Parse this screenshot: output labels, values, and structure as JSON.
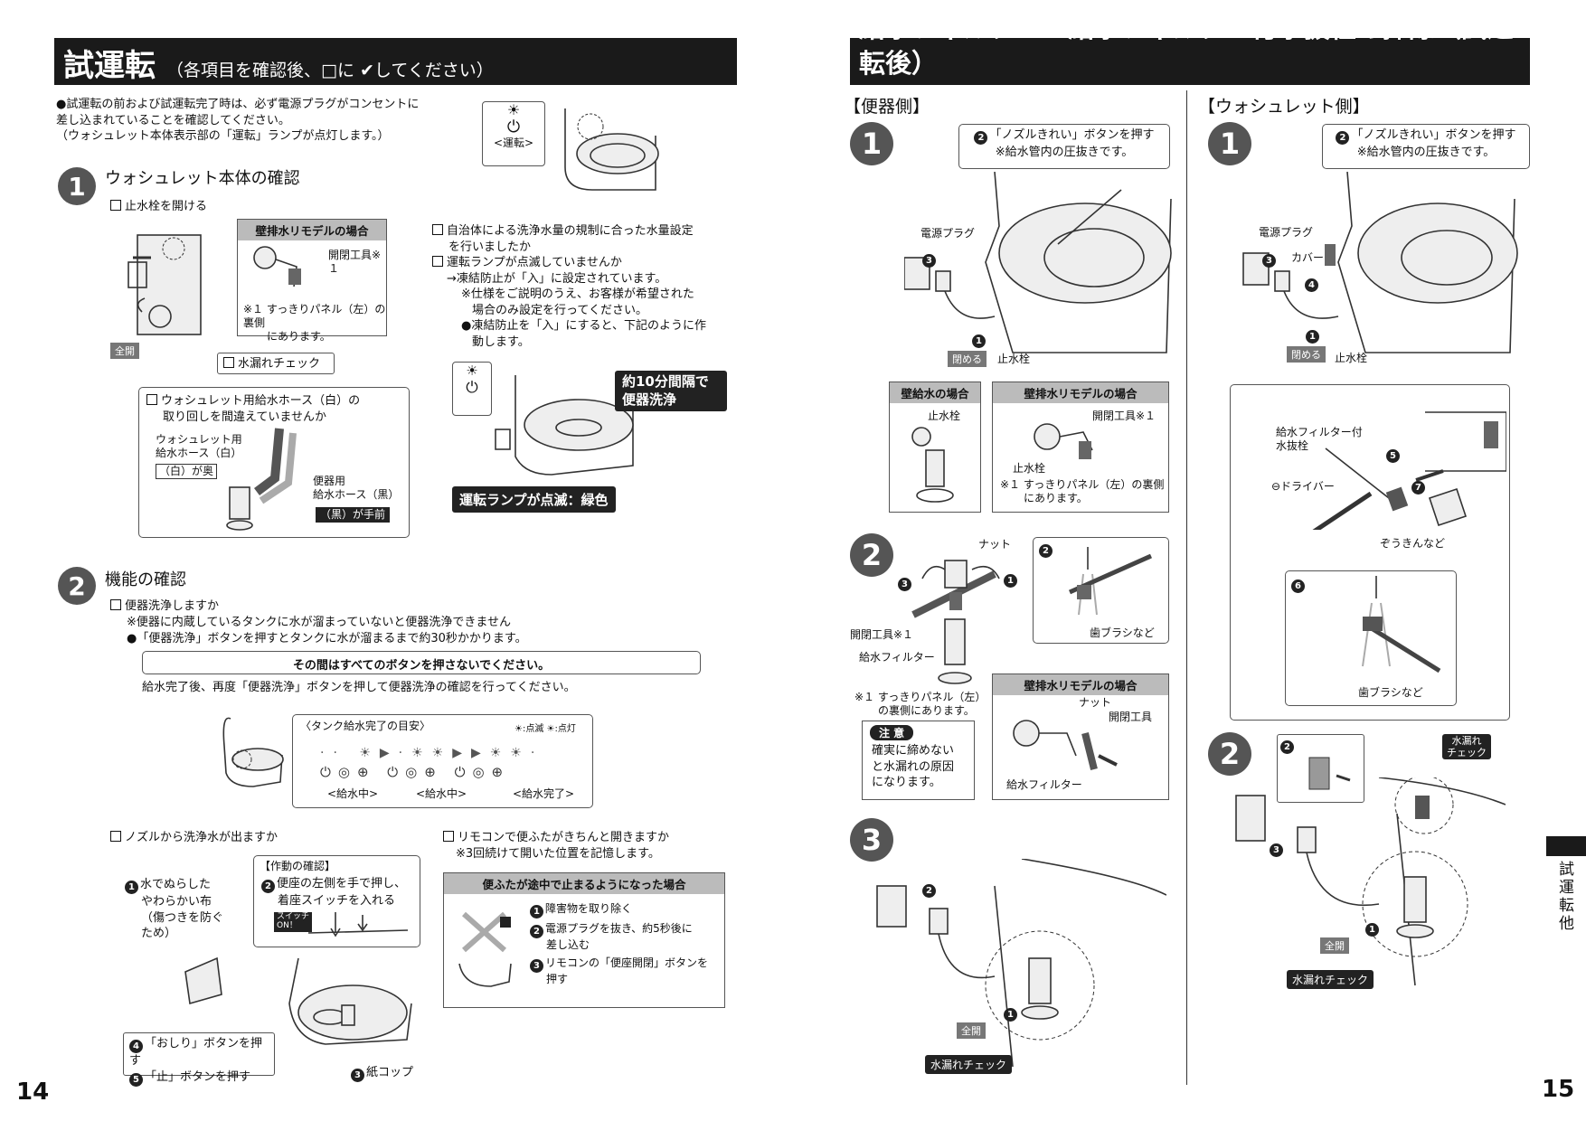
{
  "left": {
    "title": "試運転",
    "subtitle": "（各項目を確認後、□に ✔してください）",
    "intro": [
      "●試運転の前および試運転完了時は、必ず電源プラグがコンセントに",
      "差し込まれていることを確認してください。",
      "（ウォシュレット本体表示部の「運転」ランプが点灯します。）"
    ],
    "indicator_label": "<運転>",
    "s1": {
      "num": "1",
      "heading": "ウォシュレット本体の確認",
      "open_valve": "止水栓を開ける",
      "wall_box_title": "壁排水リモデルの場合",
      "tool_label": "開閉工具※１",
      "tool_note": [
        "※１ すっきりパネル（左）の裏側",
        "にあります。"
      ],
      "full_open": "全開",
      "leak_check": "水漏れチェック",
      "hose_check": [
        "ウォシュレット用給水ホース（白）の",
        "取り回しを間違えていませんか"
      ],
      "washlet_hose": [
        "ウォシュレット用",
        "給水ホース（白）"
      ],
      "white_back": "（白）が奥",
      "toilet_hose": [
        "便器用",
        "給水ホース（黒）"
      ],
      "black_front": "（黒）が手前",
      "r1": [
        "自治体による洗浄水量の規制に合った水量設定",
        "を行いましたか"
      ],
      "r2": "運転ランプが点滅していませんか",
      "r2a": "→凍結防止が「入」に設定されています。",
      "r2b": [
        "※仕様をご説明のうえ、お客様が希望された",
        "場合のみ設定を行ってください。"
      ],
      "r2c": [
        "●凍結防止を「入」にすると、下記のように作",
        "動します。"
      ],
      "interval": [
        "約10分間隔で",
        "便器洗浄"
      ],
      "lamp_blink": "運転ランプが点滅：緑色"
    },
    "s2": {
      "num": "2",
      "heading": "機能の確認",
      "q1": "便器洗浄しますか",
      "n1": "※便器に内蔵しているタンクに水が溜まっていないと便器洗浄できません",
      "n2": "●「便器洗浄」ボタンを押すとタンクに水が溜まるまで約30秒かかります。",
      "warn": "その間はすべてのボタンを押さないでください。",
      "after": "給水完了後、再度「便器洗浄」ボタンを押して便器洗浄の確認を行ってください。",
      "tank_title": "〈タンク給水完了の目安〉",
      "legend_blink": "☀:点滅",
      "legend_on": "☀:点灯",
      "states": [
        "<給水中>",
        "<給水中>",
        "<給水完了>"
      ],
      "q2": "ノズルから洗浄水が出ますか",
      "q2a": [
        "水でぬらした",
        "やわらかい布",
        "（傷つきを防ぐ",
        "ため）"
      ],
      "op_title": "【作動の確認】",
      "op_text": [
        "便座の左側を手で押し、",
        "着座スイッチを入れる"
      ],
      "switch_on": [
        "スイッチ",
        "ON！"
      ],
      "btn4": "「おしり」ボタンを押す",
      "btn5": "「止」ボタンを押す",
      "cup": "紙コップ",
      "q3": "リモコンで便ふたがきちんと開きますか",
      "q3n": "※3回続けて開いた位置を記憶します。",
      "stop_title": "便ふたが途中で止まるようになった場合",
      "stop1": "障害物を取り除く",
      "stop2": [
        "電源プラグを抜き、約5秒後に",
        "差し込む"
      ],
      "stop3": [
        "リモコンの「便座開閉」ボタンを",
        "押す"
      ]
    },
    "page": "14"
  },
  "right": {
    "title": "給水フィルター・給水フィルター付水抜栓の掃除（試運転後）",
    "toilet_side": "【便器側】",
    "washlet_side": "【ウォシュレット側】",
    "push_nozzle": "「ノズルきれい」ボタンを押す",
    "pressure": "※給水管内の圧抜きです。",
    "power_plug": "電源プラグ",
    "close": "閉める",
    "valve": "止水栓",
    "cover": "カバー",
    "wall_supply": "壁給水の場合",
    "wall_remodel": "壁排水リモデルの場合",
    "tool1": "開閉工具※１",
    "tool": "開閉工具",
    "note1": [
      "※１ すっきりパネル（左）の裏側",
      "にあります。"
    ],
    "note1b": [
      "※１ すっきりパネル（左）",
      "の裏側にあります。"
    ],
    "nut": "ナット",
    "filter": "給水フィルター",
    "toothbrush": "歯ブラシなど",
    "caution_title": "注 意",
    "caution": [
      "確実に締めない",
      "と水漏れの原因",
      "になります。"
    ],
    "full_open": "全開",
    "leak_check": "水漏れチェック",
    "leak_check2": [
      "水漏れ",
      "チェック"
    ],
    "filter_drain": [
      "給水フィルター付",
      "水抜栓"
    ],
    "screwdriver": "⊖ドライバー",
    "rag": "ぞうきんなど",
    "side_tab": "試運転他",
    "page": "15"
  }
}
